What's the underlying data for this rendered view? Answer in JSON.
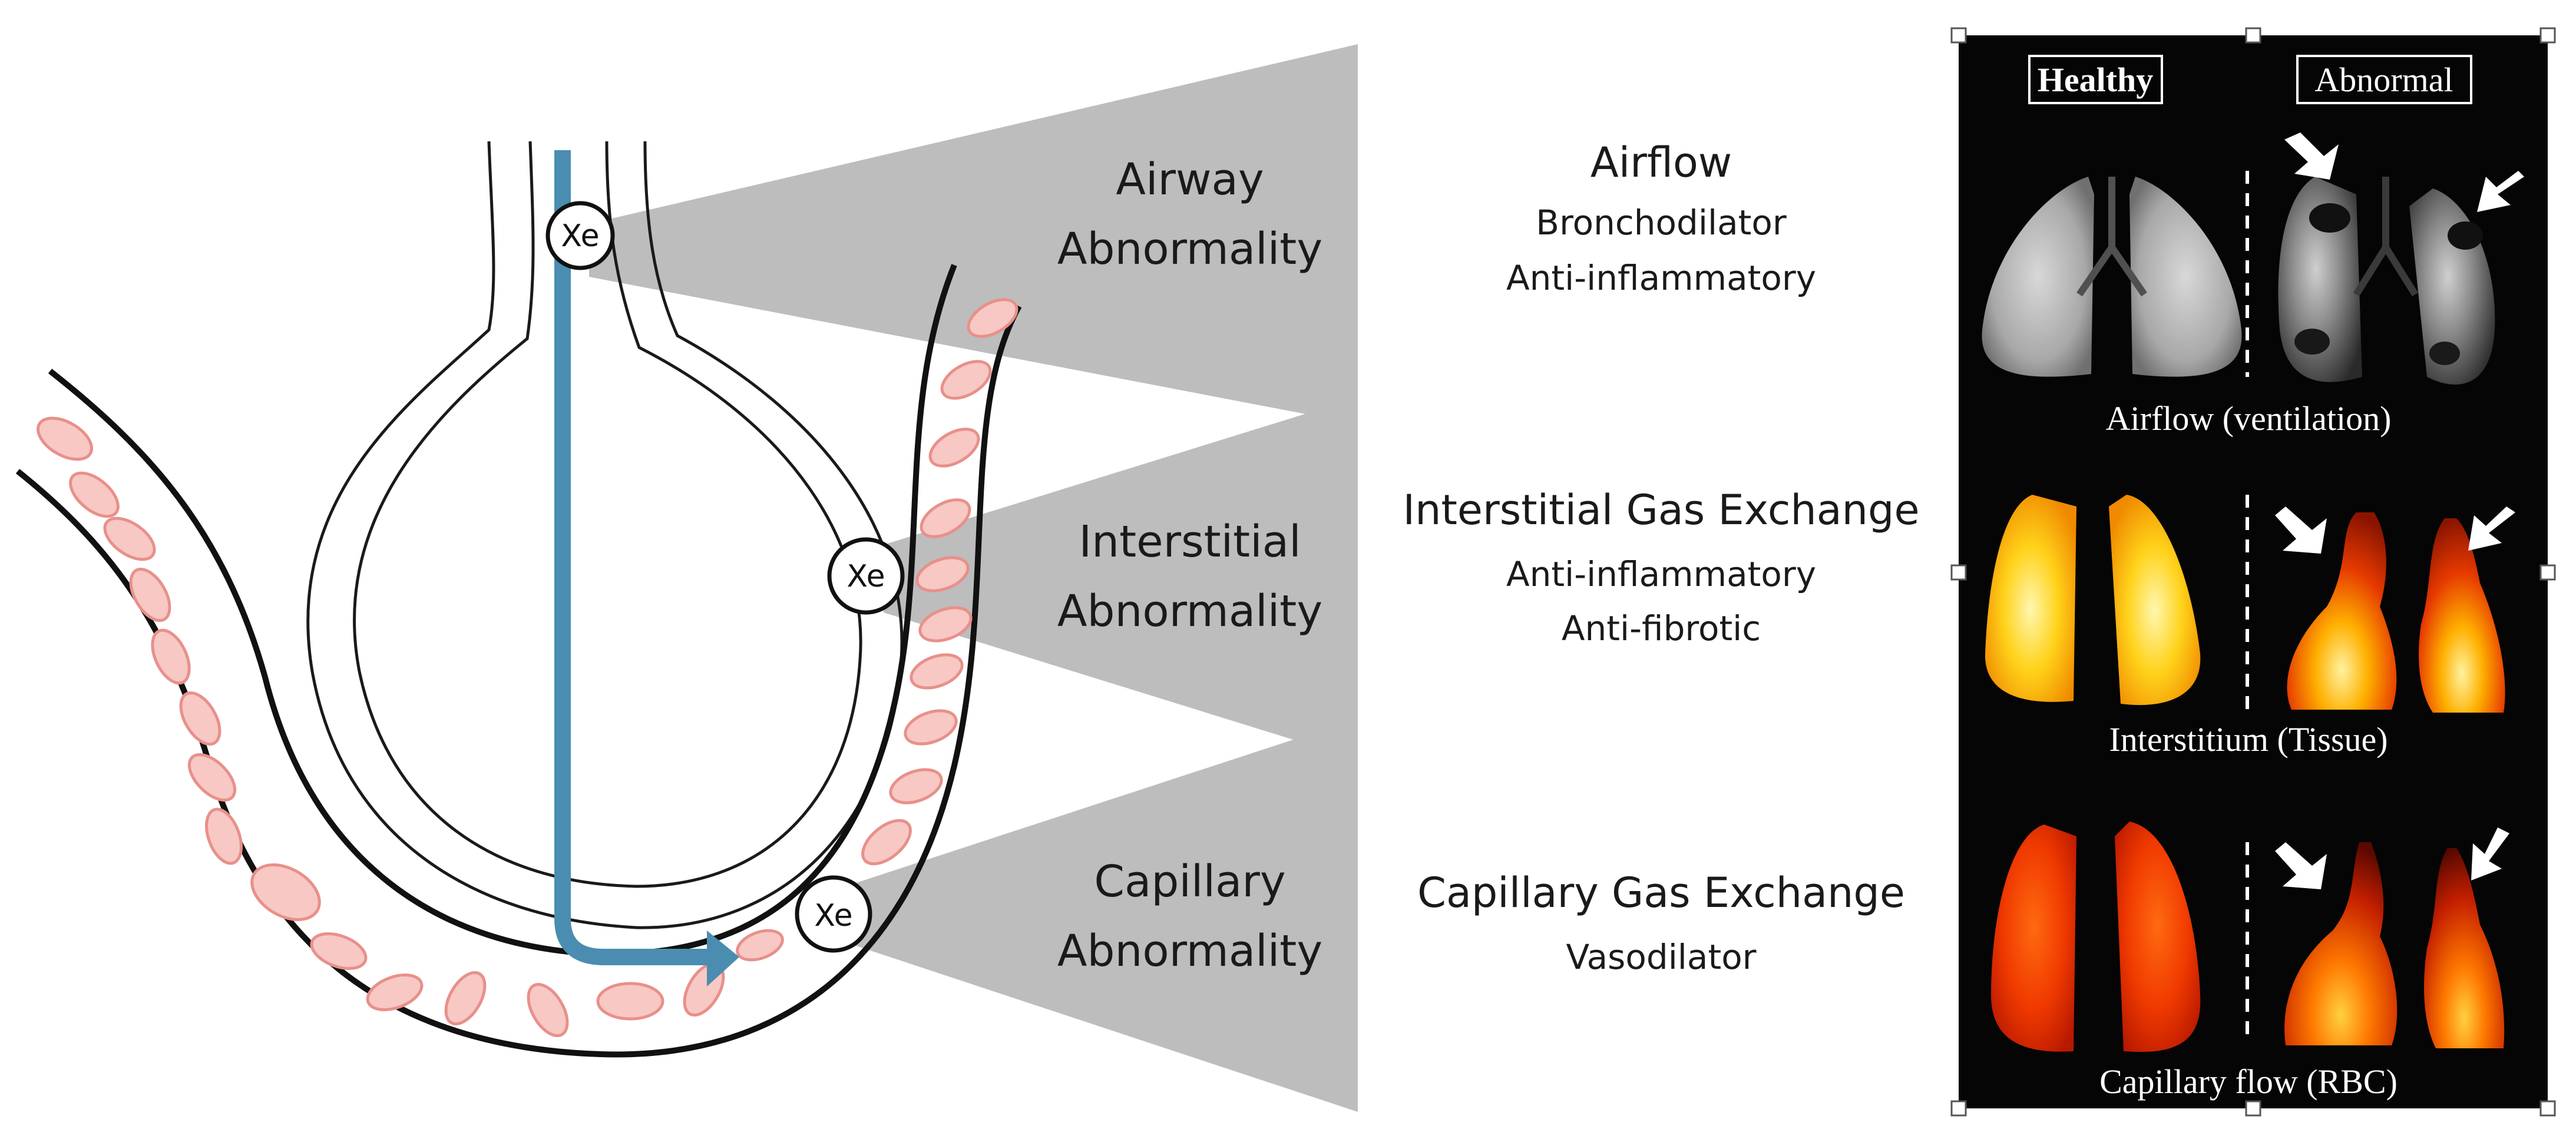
{
  "diagram": {
    "tracer_label": "Xe",
    "regions": [
      {
        "label_line1": "Airway",
        "label_line2": "Abnormality"
      },
      {
        "label_line1": "Interstitial",
        "label_line2": "Abnormality"
      },
      {
        "label_line1": "Capillary",
        "label_line2": "Abnormality"
      }
    ],
    "treatments": [
      {
        "heading": "Airflow",
        "lines": [
          "Bronchodilator",
          "Anti-inflammatory"
        ]
      },
      {
        "heading": "Interstitial Gas Exchange",
        "lines": [
          "Anti-inflammatory",
          "Anti-fibrotic"
        ]
      },
      {
        "heading": "Capillary Gas Exchange",
        "lines": [
          "Vasodilator"
        ]
      }
    ]
  },
  "image_panel": {
    "column_headers": {
      "healthy": "Healthy",
      "abnormal": "Abnormal"
    },
    "row_captions": [
      "Airflow (ventilation)",
      "Interstitium (Tissue)",
      "Capillary flow (RBC)"
    ]
  },
  "colors": {
    "flow_arrow": "#4a8db0",
    "wedge_gray": "#bdbdbd",
    "rbc_fill": "#f8c8c4",
    "rbc_stroke": "#e8908a",
    "panel_bg": "#050505"
  }
}
